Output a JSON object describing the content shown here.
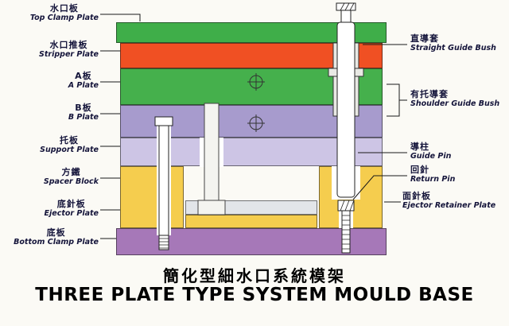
{
  "title": {
    "zh": "簡化型細水口系統模架",
    "en": "THREE PLATE TYPE SYSTEM MOULD BASE"
  },
  "left_labels": [
    {
      "zh": "水口板",
      "en": "Top Clamp Plate"
    },
    {
      "zh": "水口推板",
      "en": "Stripper Plate"
    },
    {
      "zh": "A板",
      "en": "A Plate"
    },
    {
      "zh": "B板",
      "en": "B Plate"
    },
    {
      "zh": "托板",
      "en": "Support Plate"
    },
    {
      "zh": "方鐵",
      "en": "Spacer Block"
    },
    {
      "zh": "底針板",
      "en": "Ejector Plate"
    },
    {
      "zh": "底板",
      "en": "Bottom Clamp Plate"
    }
  ],
  "right_labels": [
    {
      "zh": "直導套",
      "en": "Straight Guide Bush"
    },
    {
      "zh": "有托導套",
      "en": "Shoulder Guide Bush"
    },
    {
      "zh": "導柱",
      "en": "Guide Pin"
    },
    {
      "zh": "回針",
      "en": "Return Pin"
    },
    {
      "zh": "面針板",
      "en": "Ejector Retainer Plate"
    }
  ],
  "colors": {
    "top_clamp_plate": "#3fae49",
    "stripper_plate": "#f05023",
    "a_plate": "#45b04c",
    "b_plate": "#a79bcd",
    "support_plate": "#cdc5e5",
    "spacer_block": "#f5cd4e",
    "ejector_retainer_plate": "#e2e5e9",
    "ejector_plate": "#f5cd4e",
    "bottom_clamp_plate": "#a678b8"
  }
}
